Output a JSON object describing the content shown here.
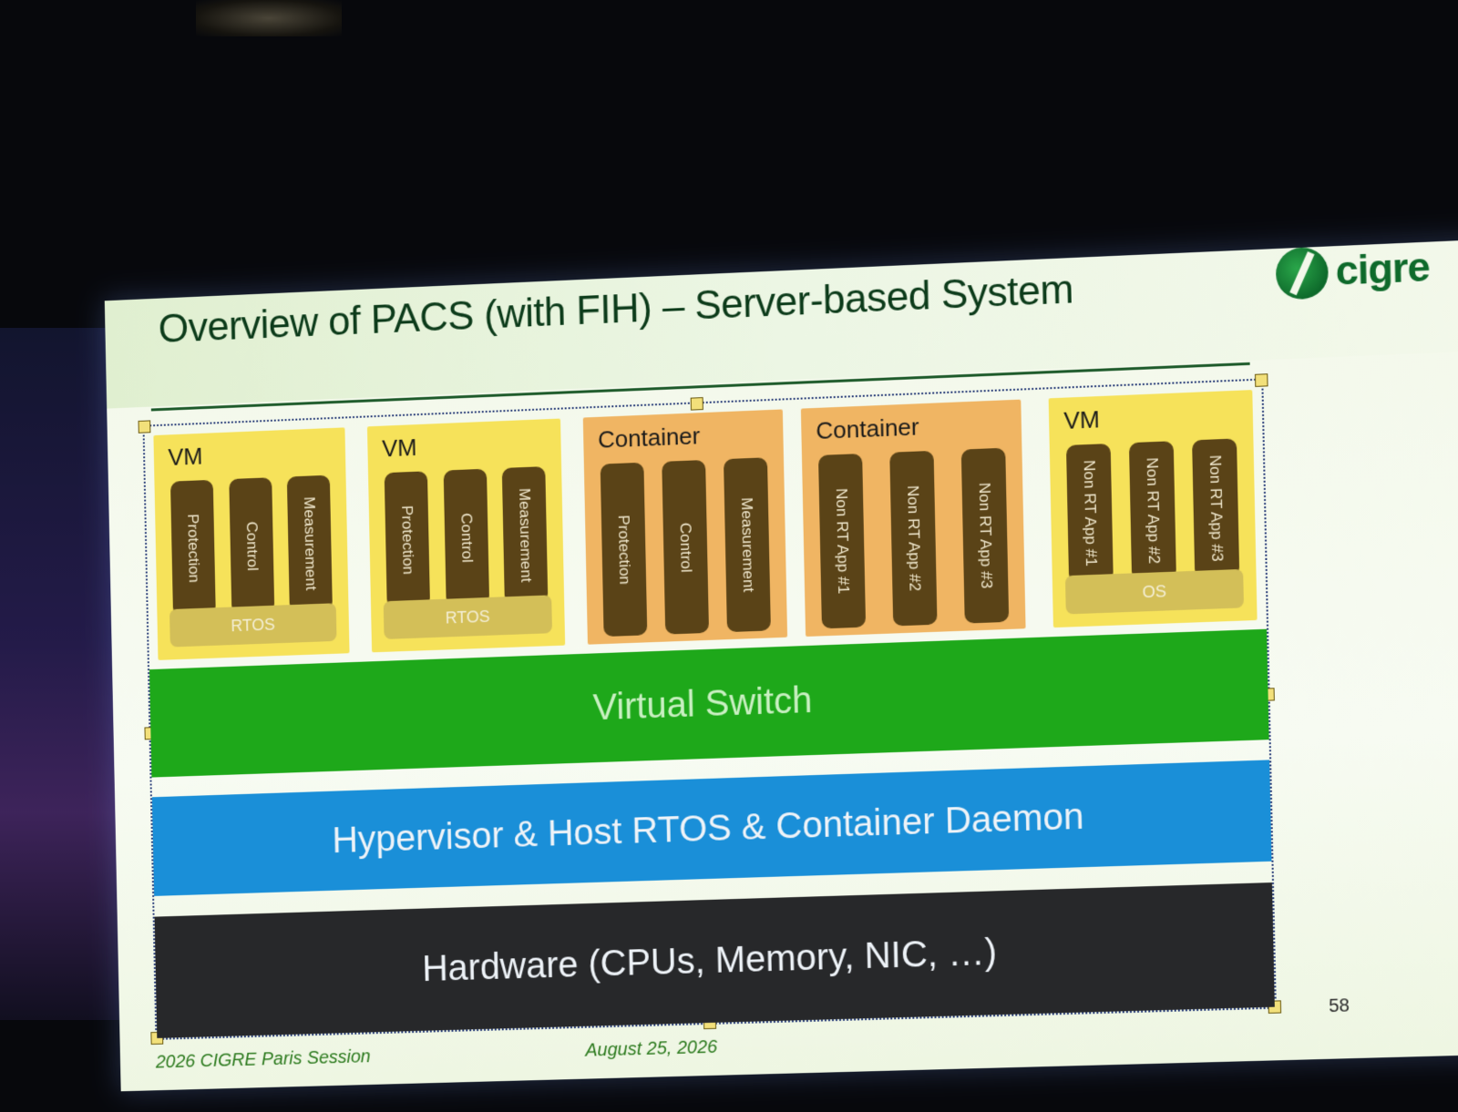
{
  "slide": {
    "title": "Overview of PACS (with FIH) – Server-based System",
    "logo_text": "cigre",
    "footer_left": "2026 CIGRE Paris Session",
    "footer_center": "August 25, 2026",
    "page_number": "58"
  },
  "groups": [
    {
      "label": "VM",
      "kind": "vm",
      "modules": [
        "Protection",
        "Control",
        "Measurement"
      ],
      "base": "RTOS"
    },
    {
      "label": "VM",
      "kind": "vm",
      "modules": [
        "Protection",
        "Control",
        "Measurement"
      ],
      "base": "RTOS"
    },
    {
      "label": "Container",
      "kind": "container",
      "modules": [
        "Protection",
        "Control",
        "Measurement"
      ],
      "base": ""
    },
    {
      "label": "Container",
      "kind": "container",
      "modules": [
        "Non RT App #1",
        "Non RT App #2",
        "Non RT App #3"
      ],
      "base": ""
    },
    {
      "label": "VM",
      "kind": "vm",
      "modules": [
        "Non RT App #1",
        "Non RT App #2",
        "Non RT App #3"
      ],
      "base": "OS"
    }
  ],
  "layers": {
    "virtual_switch": "Virtual Switch",
    "hypervisor": "Hypervisor & Host RTOS & Container Daemon",
    "hardware": "Hardware (CPUs, Memory, NIC, …)"
  },
  "colors": {
    "vm": "#f6e25a",
    "container": "#f0b563",
    "module": "#5a4317",
    "virtual_switch": "#1ea81a",
    "hypervisor": "#1a8fd8",
    "hardware": "#27282a",
    "title": "#0c3b1a"
  }
}
